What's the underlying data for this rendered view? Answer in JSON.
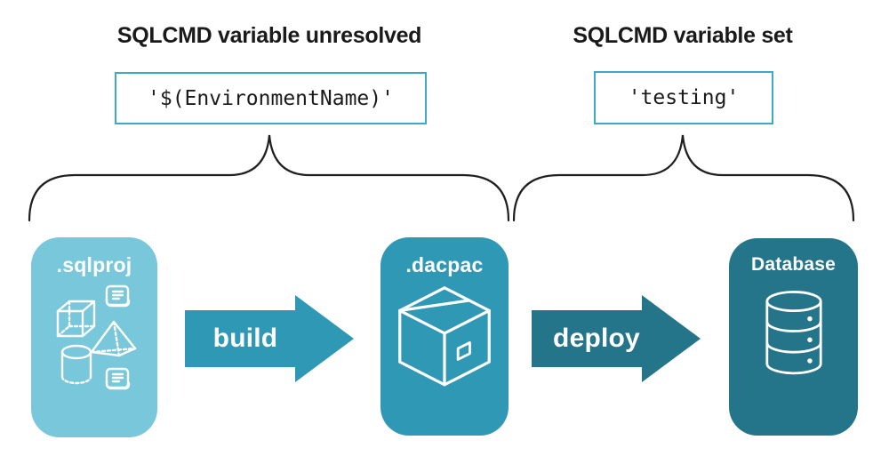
{
  "annotations": {
    "unresolved": {
      "title": "SQLCMD variable unresolved",
      "value": "'$(EnvironmentName)'"
    },
    "set": {
      "title": "SQLCMD variable set",
      "value": "'testing'"
    }
  },
  "pipeline": {
    "stages": [
      {
        "label": ".sqlproj",
        "fill": "#79C7DB",
        "icon": "sql-objects-icon"
      },
      {
        "label": ".dacpac",
        "fill": "#2E98B5",
        "icon": "package-icon"
      },
      {
        "label": "Database",
        "fill": "#24748A",
        "icon": "database-icon"
      }
    ],
    "actions": [
      {
        "label": "build",
        "fill": "#2E98B5"
      },
      {
        "label": "deploy",
        "fill": "#24748A"
      }
    ]
  },
  "colors": {
    "background": "#FFFFFF",
    "code_box_border": "#3FA8C5",
    "heading_text": "#1A1A1A",
    "brace_stroke": "#1F1F1F",
    "icon_stroke": "#FFFFFF"
  }
}
